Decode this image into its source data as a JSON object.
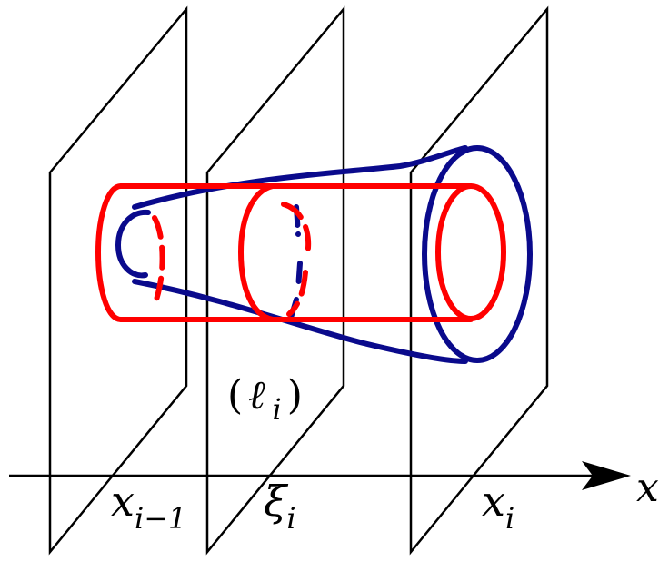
{
  "colors": {
    "plane": "#000000",
    "volume_surface": "#0a0a8c",
    "cylinder": "#ff0000",
    "axis": "#000000"
  },
  "labels": {
    "axis_x": "x",
    "x_prev_base": "x",
    "x_prev_sub": "i−1",
    "xi_base": "ξ",
    "xi_sub": "i",
    "x_i_base": "x",
    "x_i_sub": "i",
    "ell_open": "(",
    "ell": "ℓ",
    "ell_sub": "i",
    "ell_close": ")"
  }
}
